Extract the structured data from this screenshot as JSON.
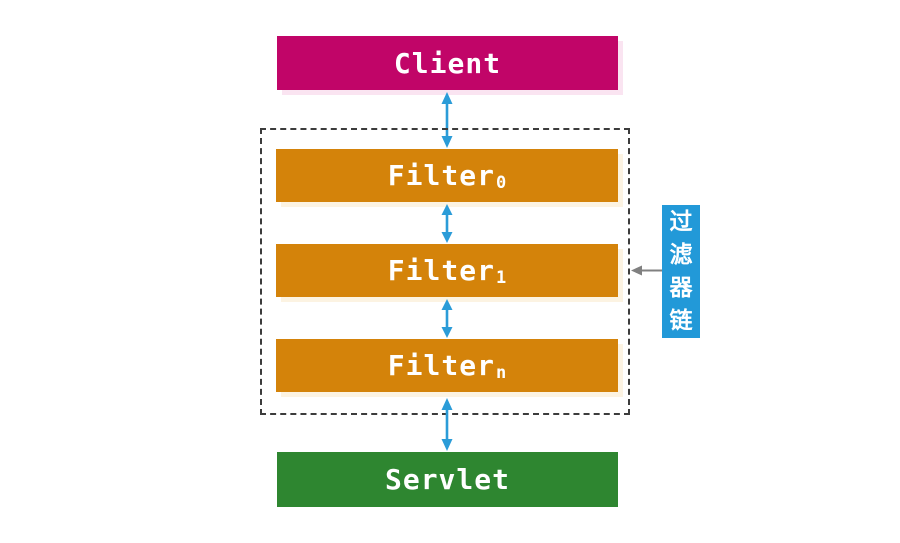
{
  "client": {
    "label": "Client"
  },
  "filters": [
    {
      "label": "Filter",
      "sub": "0"
    },
    {
      "label": "Filter",
      "sub": "1"
    },
    {
      "label": "Filter",
      "sub": "n"
    }
  ],
  "servlet": {
    "label": "Servlet"
  },
  "side_label": {
    "text": "过滤器链",
    "chars": [
      "过",
      "滤",
      "器",
      "链"
    ]
  },
  "colors": {
    "client_bg": "#C10568",
    "client_shadow": "#FAE4F1",
    "filter_bg": "#D4830A",
    "filter_shadow": "#FCF3E2",
    "servlet_bg": "#2E8630",
    "side_label_bg": "#2299D8",
    "arrow_blue": "#2B9CD8",
    "pointer_gray": "#808080",
    "dashed_border": "#3C3C3C",
    "text": "#FFFFFF"
  }
}
